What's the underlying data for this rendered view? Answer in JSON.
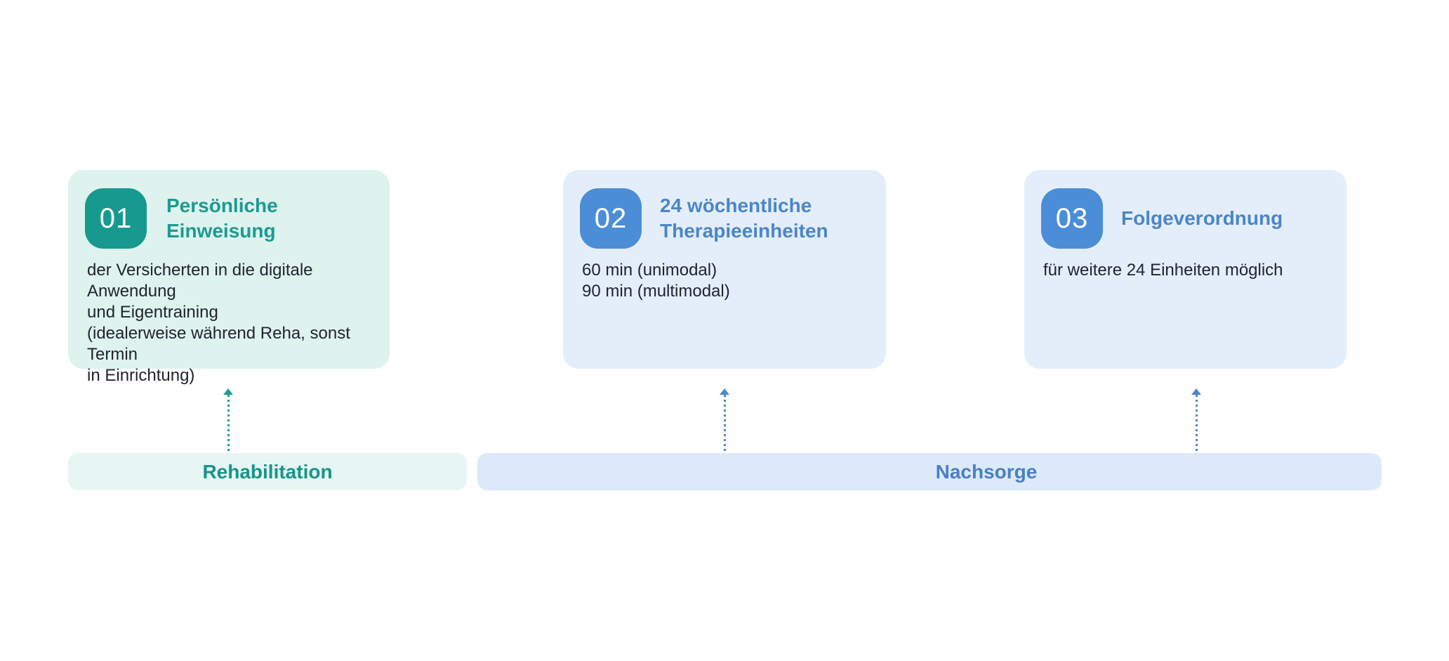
{
  "diagram": {
    "steps": [
      {
        "number": "01",
        "title": "Persönliche Einweisung",
        "body": "der Versicherten in die digitale Anwendung\nund Eigentraining\n(idealerweise während Reha, sonst Termin\nin Einrichtung)"
      },
      {
        "number": "02",
        "title": "24 wöchentliche\nTherapieeinheiten",
        "body": "60 min (unimodal)\n90 min (multimodal)"
      },
      {
        "number": "03",
        "title": "Folgeverordnung",
        "body": "für weitere 24 Einheiten möglich"
      }
    ],
    "phases": [
      {
        "label": "Rehabilitation"
      },
      {
        "label": "Nachsorge"
      }
    ],
    "colors": {
      "teal_badge": "#17998f",
      "teal_title": "#1b9b91",
      "teal_card_bg": "#def3ee",
      "teal_bar_bg": "#e7f6f3",
      "teal_bar_text": "#17948a",
      "teal_arrow": "#1f9a90",
      "blue_badge": "#4b8ed7",
      "blue_title": "#4b86c8",
      "blue_card_bg": "#e4eefb",
      "blue_bar_bg": "#dce9f8",
      "blue_bar_text": "#4a80c4",
      "blue_arrow": "#4c86c9",
      "body_text": "#20242e",
      "page_bg": "#ffffff"
    }
  }
}
